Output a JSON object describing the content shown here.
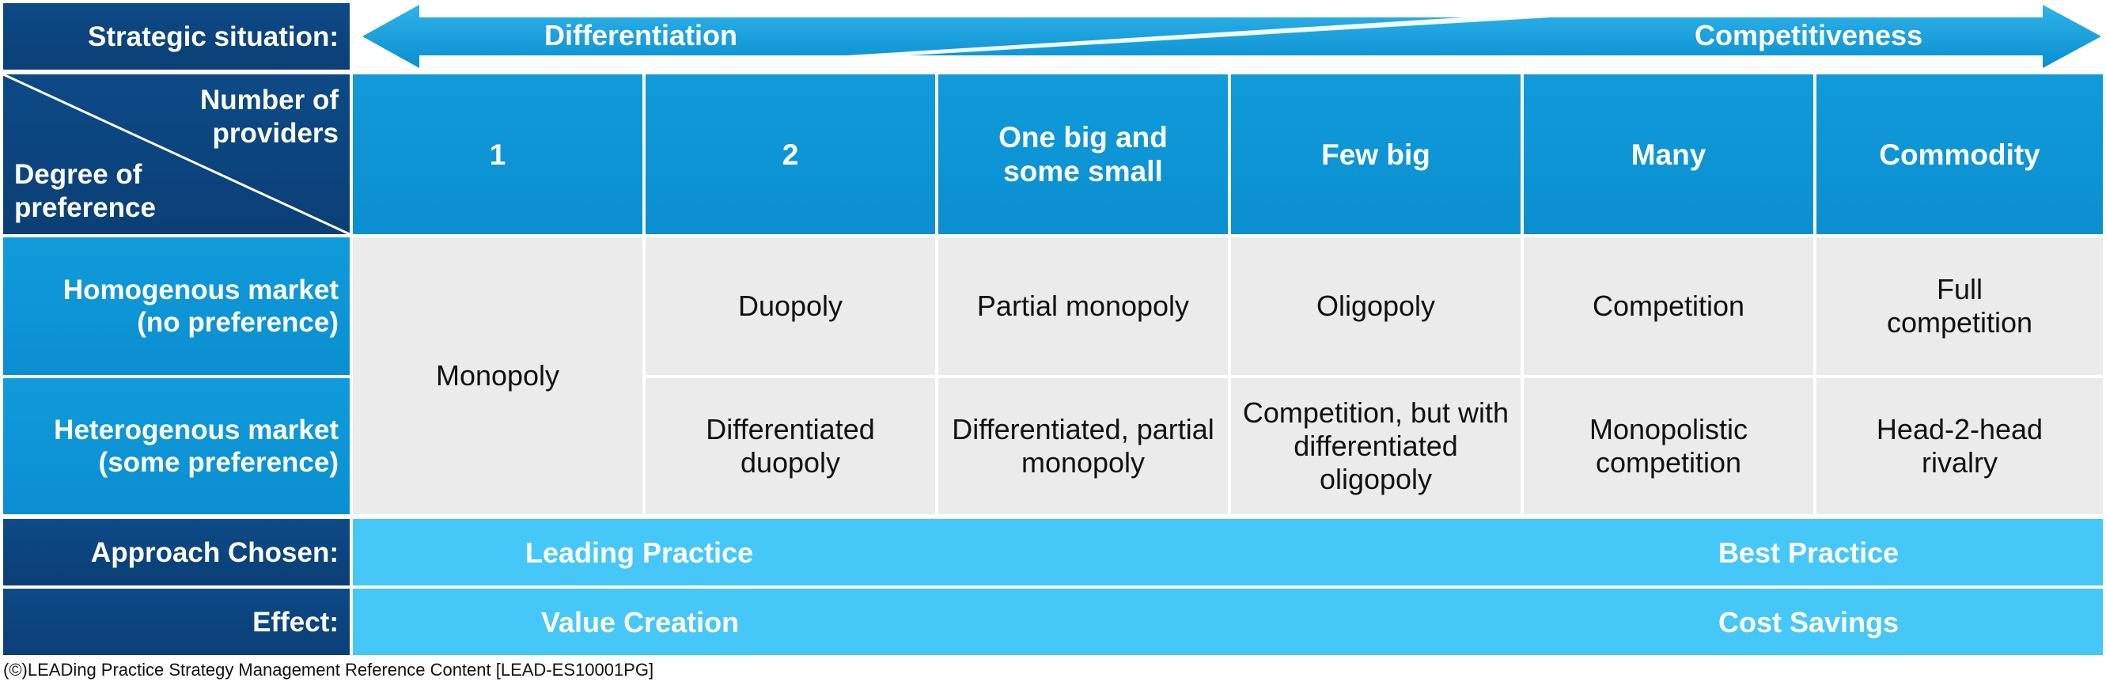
{
  "strategic": {
    "label": "Strategic situation:",
    "left": "Differentiation",
    "right": "Competitiveness"
  },
  "corner": {
    "top": "Number of providers",
    "bottom": "Degree of preference"
  },
  "columns": [
    "1",
    "2",
    "One big and some small",
    "Few big",
    "Many",
    "Commodity"
  ],
  "rows": {
    "homogenous": {
      "label": "Homogenous market (no preference)",
      "cells": [
        "Duopoly",
        "Partial monopoly",
        "Oligopoly",
        "Competition",
        "Full competition"
      ]
    },
    "heterogenous": {
      "label": "Heterogenous market (some preference)",
      "cells": [
        "Differentiated duopoly",
        "Differentiated, partial monopoly",
        "Competition, but with differentiated oligopoly",
        "Monopolistic competition",
        "Head-2-head rivalry"
      ]
    },
    "merged": "Monopoly"
  },
  "approach": {
    "label": "Approach Chosen:",
    "left": "Leading Practice",
    "right": "Best Practice"
  },
  "effect": {
    "label": "Effect:",
    "left": "Value Creation",
    "right": "Cost Savings"
  },
  "footer": "(©)LEADing Practice Strategy Management Reference Content [LEAD-ES10001PG]",
  "colors": {
    "navy": "#0b4380",
    "blue": "#0a95d6",
    "sky": "#45c8f8",
    "grey": "#ebebeb"
  }
}
